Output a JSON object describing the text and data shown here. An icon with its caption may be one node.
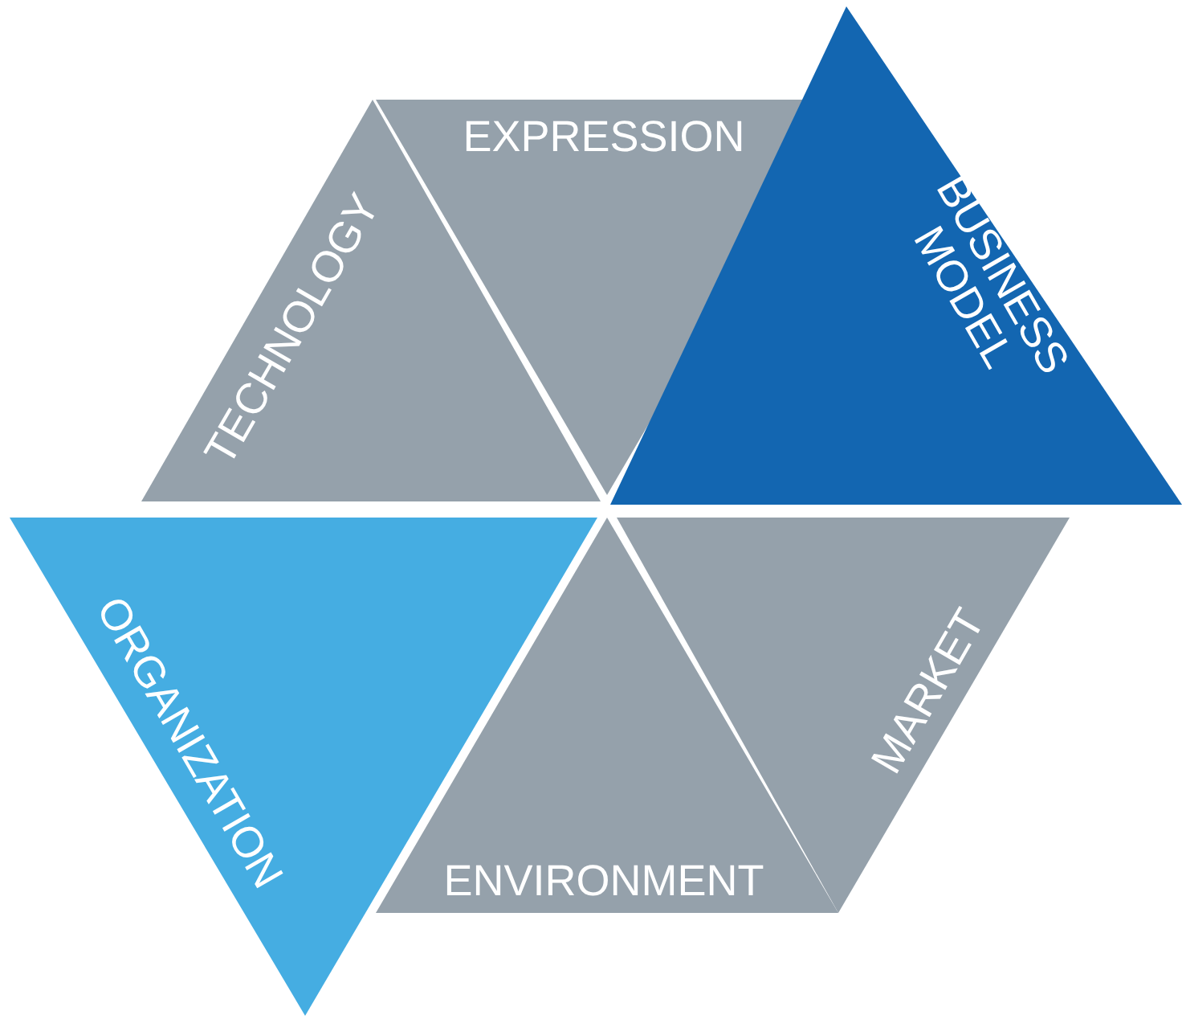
{
  "diagram": {
    "nodes": [
      {
        "text": [
          "TECHNOLOGY"
        ]
      },
      {
        "text": [
          "EXPRESSION"
        ]
      },
      {
        "text": [
          "BUSINESS MODEL"
        ]
      },
      {
        "text": [
          "ORGANIZATION"
        ]
      },
      {
        "text": [
          "ENVIRONMENT"
        ]
      },
      {
        "text": [
          "MARKET"
        ]
      }
    ]
  }
}
